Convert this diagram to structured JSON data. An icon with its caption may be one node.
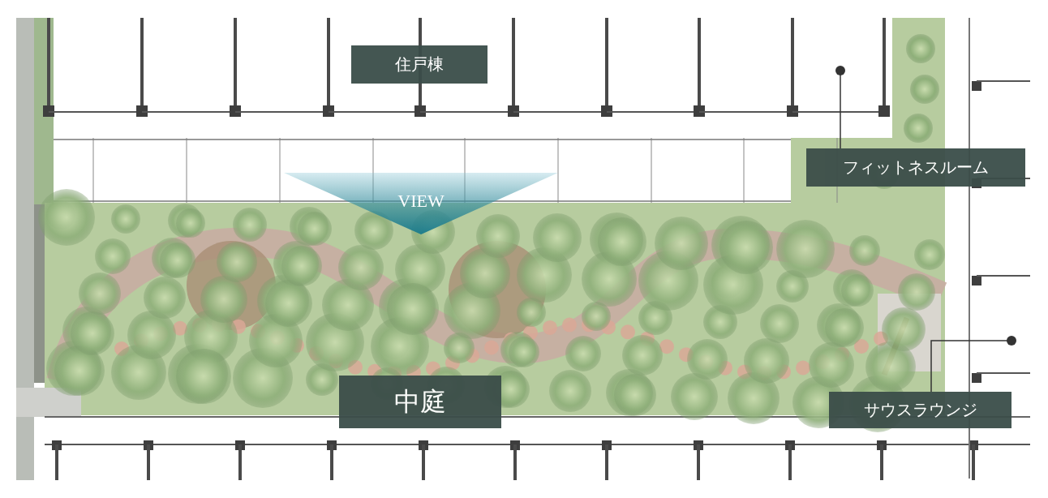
{
  "diagram": {
    "nodes": [
      {
        "text": [
          "住戸棟"
        ]
      },
      {
        "text": [
          "VIEW"
        ]
      },
      {
        "text": [
          "フィットネスルーム"
        ]
      },
      {
        "text": [
          "中庭"
        ]
      },
      {
        "text": [
          "サウスラウンジ"
        ]
      }
    ],
    "edges": [
      {
        "from": 2,
        "to": null,
        "arrow": "other"
      },
      {
        "from": 4,
        "to": null,
        "arrow": "other"
      }
    ]
  }
}
